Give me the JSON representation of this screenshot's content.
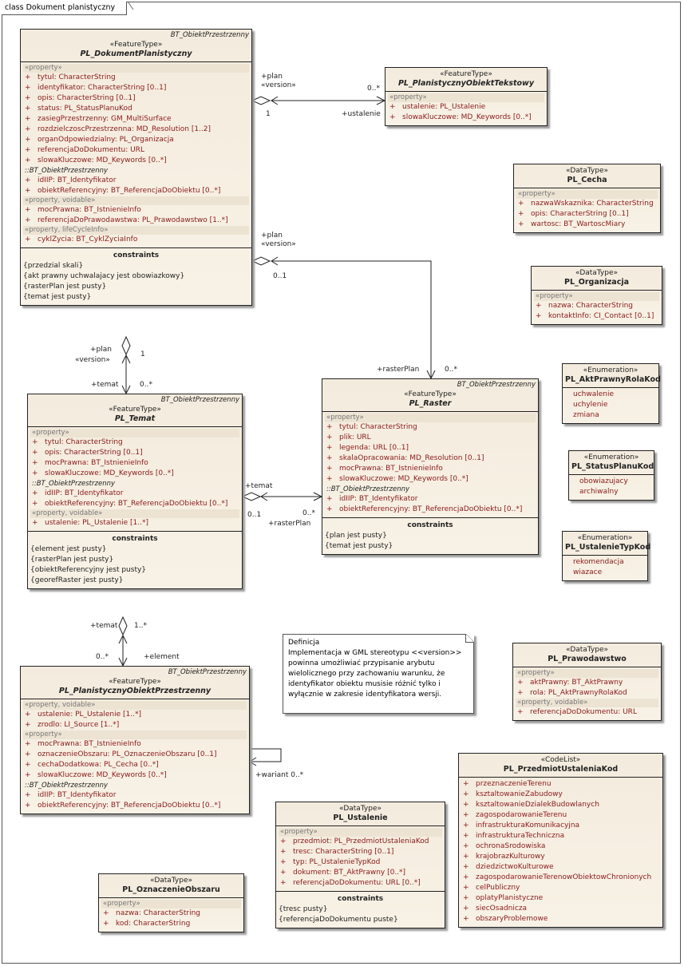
{
  "frame_title": "class Dokument planistyczny",
  "classes": {
    "dok": {
      "owner": "BT_ObiektPrzestrzenny",
      "stereotype": "«FeatureType»",
      "name": "PL_DokumentPlanistyczny",
      "groups": [
        {
          "label": "«property»",
          "items": [
            [
              "+",
              "tytul:  CharacterString"
            ],
            [
              "+",
              "identyfikator:  CharacterString [0..1]"
            ],
            [
              "+",
              "opis:  CharacterString [0..1]"
            ],
            [
              "+",
              "status:  PL_StatusPlanuKod"
            ],
            [
              "+",
              "zasiegPrzestrzenny:  GM_MultiSurface"
            ],
            [
              "+",
              "rozdzielczoscPrzestrzenna:  MD_Resolution [1..2]"
            ],
            [
              "+",
              "organOdpowiedzialny:  PL_Organizacja"
            ],
            [
              "+",
              "referencjaDoDokumentu:  URL"
            ],
            [
              "+",
              "slowaKluczowe:  MD_Keywords [0..*]"
            ]
          ]
        },
        {
          "inherited": "::BT_ObiektPrzestrzenny",
          "items": [
            [
              "+",
              "idIIP:  BT_Identyfikator"
            ],
            [
              "+",
              "obiektReferencyjny:  BT_ReferencjaDoObiektu [0..*]"
            ]
          ]
        },
        {
          "label": "«property, voidable»",
          "items": [
            [
              "+",
              "mocPrawna:  BT_IstnienieInfo"
            ],
            [
              "+",
              "referencjaDoPrawodawstwa:  PL_Prawodawstwo [1..*]"
            ]
          ]
        },
        {
          "label": "«property, lifeCycleInfo»",
          "items": [
            [
              "+",
              "cyklZycia:  BT_CyklZyciaInfo"
            ]
          ]
        }
      ],
      "constraints_title": "constraints",
      "constraints": [
        "{przedzial skali}",
        "{akt prawny uchwalajacy jest obowiazkowy}",
        "{rasterPlan jest pusty}",
        "{temat jest pusty}"
      ]
    },
    "tekst": {
      "owner": "",
      "stereotype": "«FeatureType»",
      "name": "PL_PlanistycznyObiektTekstowy",
      "groups": [
        {
          "label": "«property»",
          "items": [
            [
              "+",
              "ustalenie:  PL_Ustalenie"
            ],
            [
              "+",
              "slowaKluczowe:  MD_Keywords [0..*]"
            ]
          ]
        }
      ]
    },
    "cecha": {
      "owner": "",
      "stereotype": "«DataType»",
      "name": "PL_Cecha",
      "groups": [
        {
          "label": "«property»",
          "items": [
            [
              "+",
              "nazwaWskaznika:  CharacterString"
            ],
            [
              "+",
              "opis:  CharacterString [0..1]"
            ],
            [
              "+",
              "wartosc:  BT_WartoscMiary"
            ]
          ]
        }
      ]
    },
    "org": {
      "owner": "",
      "stereotype": "«DataType»",
      "name": "PL_Organizacja",
      "groups": [
        {
          "label": "«property»",
          "items": [
            [
              "+",
              "nazwa:  CharacterString"
            ],
            [
              "+",
              "kontaktInfo:  CI_Contact [0..1]"
            ]
          ]
        }
      ]
    },
    "akt": {
      "stereotype": "«Enumeration»",
      "name": "PL_AktPrawnyRolaKod",
      "literals": [
        "uchwalenie",
        "uchylenie",
        "zmiana"
      ]
    },
    "status": {
      "stereotype": "«Enumeration»",
      "name": "PL_StatusPlanuKod",
      "literals": [
        "obowiazujacy",
        "archiwalny"
      ]
    },
    "ustTyp": {
      "stereotype": "«Enumeration»",
      "name": "PL_UstalenieTypKod",
      "literals": [
        "rekomendacja",
        "wiazace"
      ]
    },
    "temat": {
      "owner": "BT_ObiektPrzestrzenny",
      "stereotype": "«FeatureType»",
      "name": "PL_Temat",
      "groups": [
        {
          "label": "«property»",
          "items": [
            [
              "+",
              "tytul:  CharacterString"
            ],
            [
              "+",
              "opis:  CharacterString [0..1]"
            ],
            [
              "+",
              "mocPrawna:  BT_IstnienieInfo"
            ],
            [
              "+",
              "slowaKluczowe:  MD_Keywords [0..*]"
            ]
          ]
        },
        {
          "inherited": "::BT_ObiektPrzestrzenny",
          "items": [
            [
              "+",
              "idIIP:  BT_Identyfikator"
            ],
            [
              "+",
              "obiektReferencyjny:  BT_ReferencjaDoObiektu [0..*]"
            ]
          ]
        },
        {
          "label": "«property, voidable»",
          "items": [
            [
              "+",
              "ustalenie:  PL_Ustalenie [1..*]"
            ]
          ]
        }
      ],
      "constraints_title": "constraints",
      "constraints": [
        "{element jest pusty}",
        "{rasterPlan jest pusty}",
        "{obiektReferencyjny jest pusty}",
        "{georefRaster jest pusty}"
      ]
    },
    "raster": {
      "owner": "BT_ObiektPrzestrzenny",
      "stereotype": "«FeatureType»",
      "name": "PL_Raster",
      "groups": [
        {
          "label": "«property»",
          "items": [
            [
              "+",
              "tytul:  CharacterString"
            ],
            [
              "+",
              "plik:  URL"
            ],
            [
              "+",
              "legenda:  URL [0..1]"
            ],
            [
              "+",
              "skalaOpracowania:  MD_Resolution [0..1]"
            ],
            [
              "+",
              "mocPrawna:  BT_IstnienieInfo"
            ],
            [
              "+",
              "slowaKluczowe:  MD_Keywords [0..*]"
            ]
          ]
        },
        {
          "inherited": "::BT_ObiektPrzestrzenny",
          "items": [
            [
              "+",
              "idIIP:  BT_Identyfikator"
            ],
            [
              "+",
              "obiektReferencyjny:  BT_ReferencjaDoObiektu [0..*]"
            ]
          ]
        }
      ],
      "constraints_title": "constraints",
      "constraints": [
        "{plan jest pusty}",
        "{temat jest pusty}"
      ]
    },
    "prawo": {
      "owner": "",
      "stereotype": "«DataType»",
      "name": "PL_Prawodawstwo",
      "groups": [
        {
          "label": "«property»",
          "items": [
            [
              "+",
              "aktPrawny:  BT_AktPrawny"
            ],
            [
              "+",
              "rola:  PL_AktPrawnyRolaKod"
            ]
          ]
        },
        {
          "label": "«property, voidable»",
          "items": [
            [
              "+",
              "referencjaDoDokumentu:  URL"
            ]
          ]
        }
      ]
    },
    "obiekt": {
      "owner": "BT_ObiektPrzestrzenny",
      "stereotype": "«FeatureType»",
      "name": "PL_PlanistycznyObiektPrzestrzenny",
      "groups": [
        {
          "label": "«property, voidable»",
          "items": [
            [
              "+",
              "ustalenie:  PL_Ustalenie [1..*]"
            ],
            [
              "+",
              "zrodlo:  LI_Source [1..*]"
            ]
          ]
        },
        {
          "label": "«property»",
          "items": [
            [
              "+",
              "mocPrawna:  BT_IstnienieInfo"
            ],
            [
              "+",
              "oznaczenieObszaru:  PL_OznaczenieObszaru [0..1]"
            ],
            [
              "+",
              "cechaDodatkowa:  PL_Cecha [0..*]"
            ],
            [
              "+",
              "slowaKluczowe:  MD_Keywords [0..*]"
            ]
          ]
        },
        {
          "inherited": "::BT_ObiektPrzestrzenny",
          "items": [
            [
              "+",
              "idIIP:  BT_Identyfikator"
            ],
            [
              "+",
              "obiektReferencyjny:  BT_ReferencjaDoObiektu [0..*]"
            ]
          ]
        }
      ]
    },
    "ustalenie": {
      "owner": "",
      "stereotype": "«DataType»",
      "name": "PL_Ustalenie",
      "groups": [
        {
          "label": "«property»",
          "items": [
            [
              "+",
              "przedmiot:  PL_PrzedmiotUstaleniaKod"
            ],
            [
              "+",
              "tresc:  CharacterString [0..1]"
            ],
            [
              "+",
              "typ:  PL_UstalenieTypKod"
            ],
            [
              "+",
              "dokument:  BT_AktPrawny [0..*]"
            ],
            [
              "+",
              "referencjaDoDokumentu:  URL [0..*]"
            ]
          ]
        }
      ],
      "constraints_title": "constraints",
      "constraints": [
        "{tresc pusty}",
        "{referencjaDoDokumentu puste}"
      ]
    },
    "oznacz": {
      "owner": "",
      "stereotype": "«DataType»",
      "name": "PL_OznaczenieObszaru",
      "groups": [
        {
          "label": "«property»",
          "items": [
            [
              "+",
              "nazwa:  CharacterString"
            ],
            [
              "+",
              "kod:  CharacterString"
            ]
          ]
        }
      ]
    },
    "przedmiot": {
      "owner": "",
      "stereotype": "«CodeList»",
      "name": "PL_PrzedmiotUstaleniaKod",
      "groups": [
        {
          "items": [
            [
              "+",
              "przeznaczenieTerenu"
            ],
            [
              "+",
              "ksztaltowanieZabudowy"
            ],
            [
              "+",
              "ksztaltowanieDzialekBudowlanych"
            ],
            [
              "+",
              "zagospodarowanieTerenu"
            ],
            [
              "+",
              "infrastrukturaKomunikacyjna"
            ],
            [
              "+",
              "infrastrukturaTechniczna"
            ],
            [
              "+",
              "ochronaSrodowiska"
            ],
            [
              "+",
              "krajobrazKulturowy"
            ],
            [
              "+",
              "dziedzictwoKulturowe"
            ],
            [
              "+",
              "zagospodarowanieTerenowObiektowChronionych"
            ],
            [
              "+",
              "celPubliczny"
            ],
            [
              "+",
              "oplatyPlanistyczne"
            ],
            [
              "+",
              "siecOsadnicza"
            ],
            [
              "+",
              "obszaryProblemowe"
            ]
          ]
        }
      ]
    }
  },
  "labels": {
    "plan_version_1": "+plan",
    "plan_version_1b": "«version»",
    "mult_1": "1",
    "mult_0star_tekst": "0..*",
    "ustalenie_role": "+ustalenie",
    "plan_version_2": "+plan",
    "plan_version_2b": "«version»",
    "mult_01_dok": "0..1",
    "rasterPlan_role": "+rasterPlan",
    "mult_0star_raster": "0..*",
    "plan_version_3": "+plan",
    "plan_version_3b": "«version»",
    "mult_1_b": "1",
    "temat_role": "+temat",
    "mult_0star_temat": "0..*",
    "temat_role_2": "+temat",
    "mult_01_temat": "0..1",
    "mult_0star_r2": "0..*",
    "rasterPlan_role_2": "+rasterPlan",
    "temat_role_3": "+temat",
    "mult_1star": "1..*",
    "mult_0star_el": "0..*",
    "element_role": "+element",
    "wariant_role": "+wariant 0..*"
  },
  "note": {
    "lines": [
      "Definicja",
      "Implementacja w GML stereotypu <<version>>",
      "powinna umożliwiać przypisanie arybutu",
      "wielolicznego przy zachowaniu warunku, że",
      "identyfikator obiektu musisie różnić tylko i",
      "wyłącznie w zakresie identyfikatora wersji."
    ]
  }
}
